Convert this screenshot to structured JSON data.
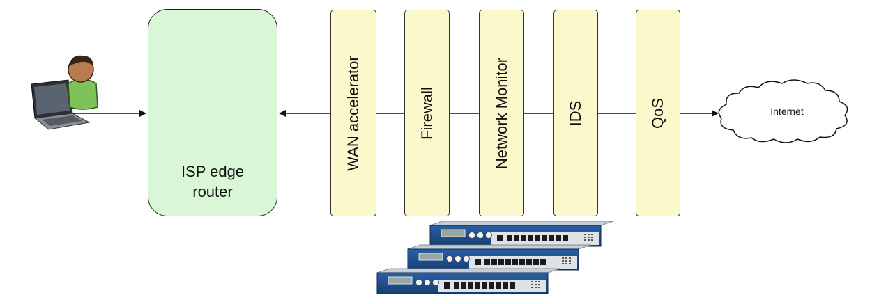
{
  "router": {
    "label": "ISP edge\nrouter"
  },
  "appliances": [
    {
      "label": "WAN accelerator"
    },
    {
      "label": "Firewall"
    },
    {
      "label": "Network Monitor"
    },
    {
      "label": "IDS"
    },
    {
      "label": "QoS"
    }
  ],
  "cloud": {
    "label": "Internet"
  },
  "icons": [
    "user-laptop-icon",
    "router-icon",
    "network-appliance-icon",
    "cloud-icon"
  ],
  "colors": {
    "router_fill": "#d9f7d6",
    "appliance_fill": "#fbf8cc",
    "router_icon": "#3a7bbf",
    "appliance_body": "#1f4f8f"
  }
}
